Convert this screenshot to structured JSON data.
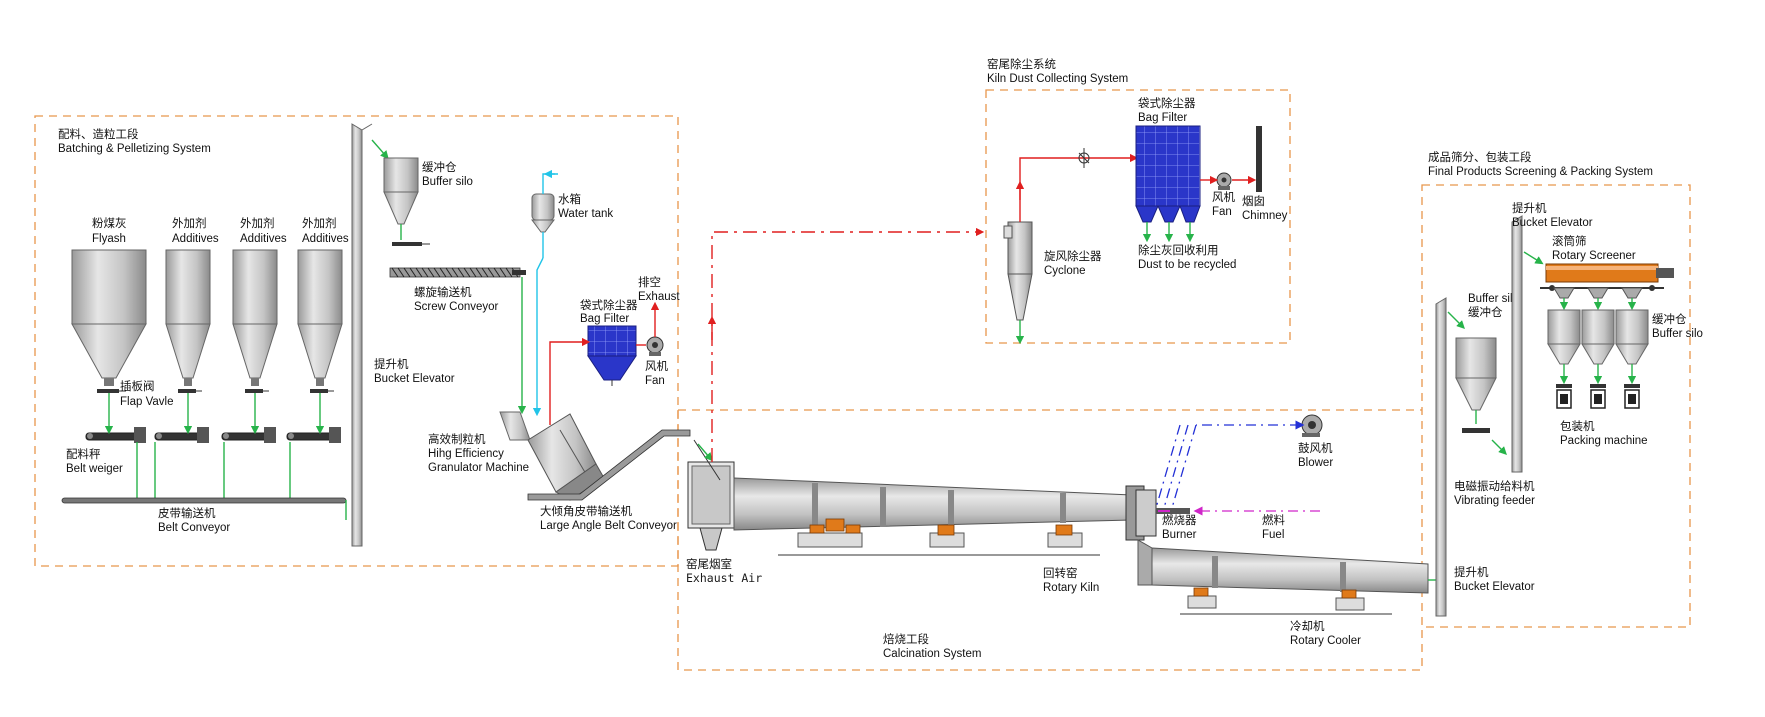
{
  "zones": {
    "batching": {
      "zh": "配料、造粒工段",
      "en": "Batching & Pelletizing System"
    },
    "kiln_dust": {
      "zh": "窑尾除尘系统",
      "en": "Kiln Dust Collecting System"
    },
    "calcination": {
      "zh": "焙烧工段",
      "en": "Calcination System"
    },
    "final_products": {
      "zh": "成品筛分、包装工段",
      "en": "Final Products Screening & Packing System"
    }
  },
  "equipment": {
    "flyash": {
      "zh": "粉煤灰",
      "en": "Flyash"
    },
    "additives_1": {
      "zh": "外加剂",
      "en": "Additives"
    },
    "additives_2": {
      "zh": "外加剂",
      "en": "Additives"
    },
    "additives_3": {
      "zh": "外加剂",
      "en": "Additives"
    },
    "flap_valve": {
      "zh": "插板阀",
      "en": "Flap Vavle"
    },
    "belt_weigher": {
      "zh": "配料秤",
      "en": "Belt weiger"
    },
    "belt_conveyor": {
      "zh": "皮带输送机",
      "en": "Belt Conveyor"
    },
    "bucket_elevator_1": {
      "zh": "提升机",
      "en": "Bucket Elevator"
    },
    "buffer_silo_1": {
      "zh": "缓冲仓",
      "en": "Buffer silo"
    },
    "screw_conveyor": {
      "zh": "螺旋输送机",
      "en": "Screw Conveyor"
    },
    "water_tank": {
      "zh": "水箱",
      "en": "Water tank"
    },
    "bag_filter_1": {
      "zh": "袋式除尘器",
      "en": "Bag Filter"
    },
    "exhaust": {
      "zh": "排空",
      "en": "Exhaust"
    },
    "fan_1": {
      "zh": "风机",
      "en": "Fan"
    },
    "granulator": {
      "zh": "高效制粒机",
      "en_1": "Hihg Efficiency",
      "en_2": "Granulator Machine"
    },
    "large_angle_conveyor": {
      "zh": "大倾角皮带输送机",
      "en": "Large Angle Belt Conveyor"
    },
    "exhaust_air": {
      "zh": "窑尾烟室",
      "en": "Exhaust Air"
    },
    "rotary_kiln": {
      "zh": "回转窑",
      "en": "Rotary Kiln"
    },
    "burner": {
      "zh": "燃烧器",
      "en": "Burner"
    },
    "fuel": {
      "zh": "燃料",
      "en": "Fuel"
    },
    "blower": {
      "zh": "鼓风机",
      "en": "Blower"
    },
    "rotary_cooler": {
      "zh": "冷却机",
      "en": "Rotary Cooler"
    },
    "cyclone": {
      "zh": "旋风除尘器",
      "en": "Cyclone"
    },
    "bag_filter_2": {
      "zh": "袋式除尘器",
      "en": "Bag Filter"
    },
    "fan_2": {
      "zh": "风机",
      "en": "Fan"
    },
    "chimney": {
      "zh": "烟囱",
      "en": "Chimney"
    },
    "dust_recycled": {
      "zh": "除尘灰回收利用",
      "en": "Dust to be recycled"
    },
    "bucket_elevator_2": {
      "zh": "提升机",
      "en": "Bucket Elevator"
    },
    "rotary_screener": {
      "zh": "滚筒筛",
      "en": "Rotary Screener"
    },
    "buffer_silo_2": {
      "en": "Buffer silo",
      "zh": "缓冲仓"
    },
    "buffer_silo_3": {
      "zh": "缓冲仓",
      "en": "Buffer silo"
    },
    "packing_machine": {
      "zh": "包装机",
      "en": "Packing machine"
    },
    "vibrating_feeder": {
      "zh": "电磁振动给料机",
      "en": "Vibrating feeder"
    },
    "bucket_elevator_3": {
      "zh": "提升机",
      "en": "Bucket Elevator"
    }
  },
  "colors": {
    "zone_border": "#e8964c",
    "material_flow": "#27b34a",
    "water_flow": "#21c4e8",
    "gas_flow": "#e01f1f",
    "air_flow": "#2330d6",
    "fuel_flow": "#d026c9",
    "bag_filter_body": "#2a36c9",
    "screener_drum": "#e07a1a"
  }
}
